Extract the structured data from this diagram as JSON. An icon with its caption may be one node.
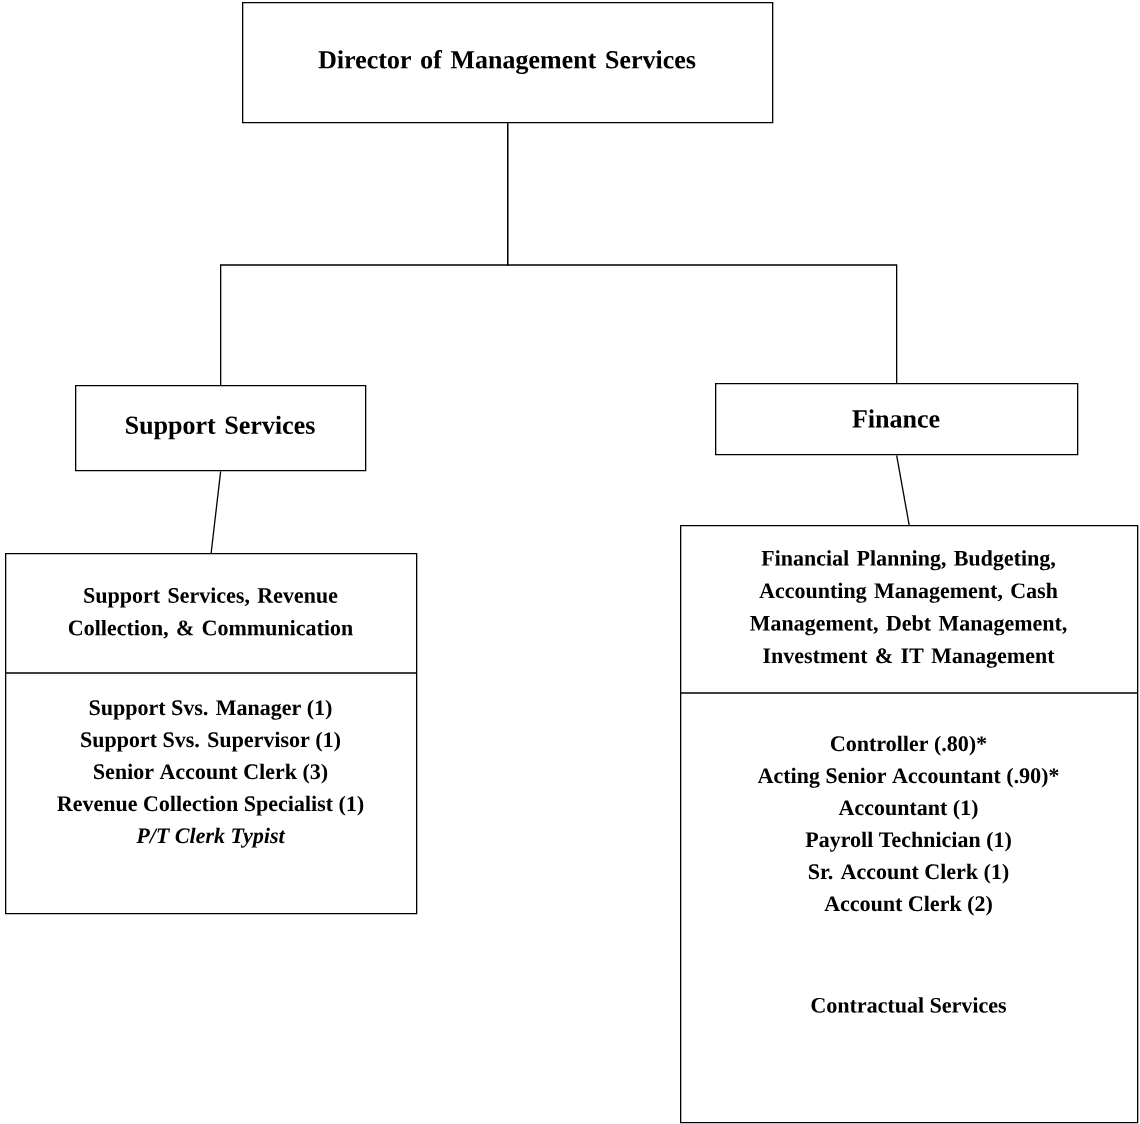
{
  "diagram": {
    "nodes": [
      {
        "text": [
          "Director of Management Services"
        ]
      },
      {
        "text": [
          "Support Services"
        ]
      },
      {
        "text": [
          "Finance"
        ]
      },
      {
        "text": [
          "Support Services, Revenue Collection, & Communication",
          "Support Svs. Manager (1)",
          "Support Svs. Supervisor (1)",
          "Senior Account Clerk (3)",
          "Revenue Collection Specialist (1)",
          "P/T Clerk Typist"
        ]
      },
      {
        "text": [
          "Financial Planning, Budgeting, Accounting Management, Cash Management, Debt Management, Investment & IT Management",
          "Controller (.80)*",
          "Acting Senior Accountant (.90)*",
          "Accountant (1)",
          "Payroll Technician (1)",
          "Sr. Account Clerk (1)",
          "Account Clerk (2)",
          "Contractual Services"
        ]
      }
    ],
    "edges": [
      {
        "from": 0,
        "to": 1,
        "arrow": "none"
      },
      {
        "from": 0,
        "to": 2,
        "arrow": "none"
      },
      {
        "from": 1,
        "to": 3,
        "arrow": "none"
      },
      {
        "from": 2,
        "to": 4,
        "arrow": "none"
      }
    ]
  }
}
